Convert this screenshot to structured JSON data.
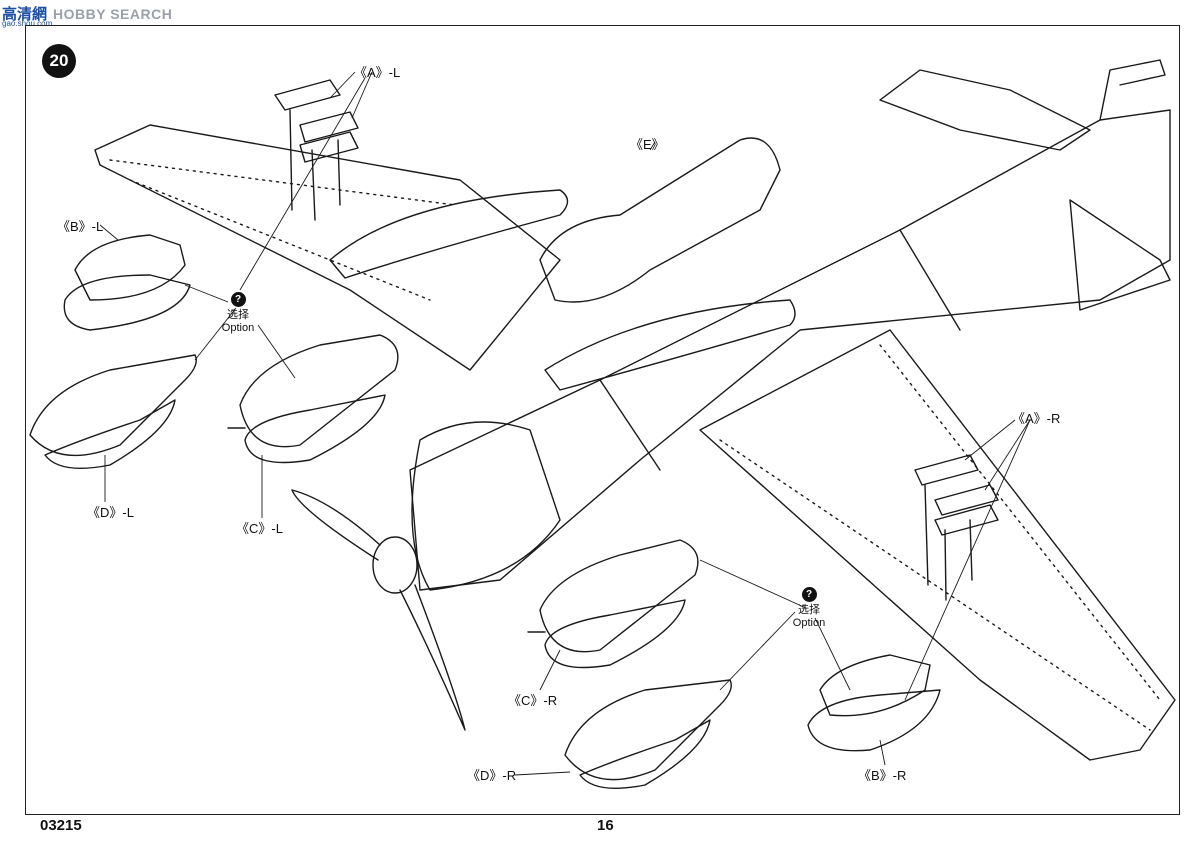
{
  "watermark": {
    "logo": "高清網",
    "brand": "HOBBY SEARCH",
    "site": "gao.shou.com"
  },
  "step": {
    "number": "20"
  },
  "labels": {
    "a_left": "《A》-L",
    "b_left": "《B》-L",
    "c_left": "《C》-L",
    "d_left": "《D》-L",
    "e": "《E》",
    "a_right": "《A》-R",
    "b_right": "《B》-R",
    "c_right": "《C》-R",
    "d_right": "《D》-R"
  },
  "option_left": {
    "mark": "?",
    "cn": "选择",
    "en": "Option"
  },
  "option_right": {
    "mark": "?",
    "cn": "选择",
    "en": "Option"
  },
  "footer": {
    "code": "03215",
    "page": "16"
  }
}
